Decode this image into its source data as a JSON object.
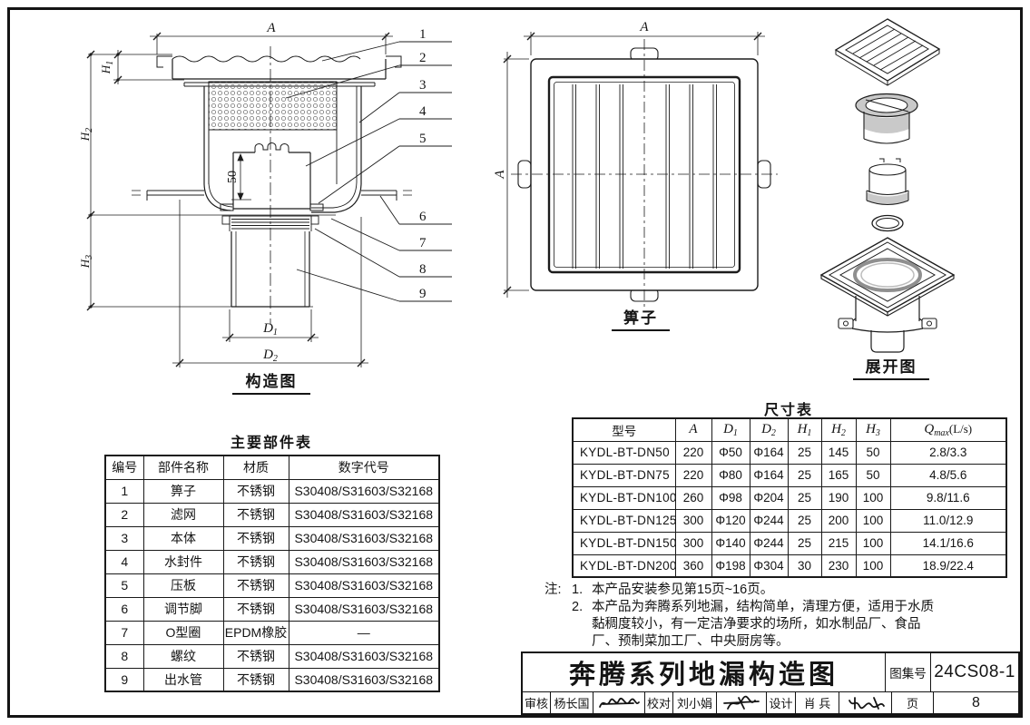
{
  "construction": {
    "title": "构造图",
    "dims": {
      "A": "A",
      "inner": "50",
      "H1": {
        "m": "H",
        "s": "1"
      },
      "H2": {
        "m": "H",
        "s": "2"
      },
      "H3": {
        "m": "H",
        "s": "3"
      },
      "D1": {
        "m": "D",
        "s": "1"
      },
      "D2": {
        "m": "D",
        "s": "2"
      }
    },
    "callouts": [
      "1",
      "2",
      "3",
      "4",
      "5",
      "6",
      "7",
      "8",
      "9"
    ]
  },
  "grate_view": {
    "title": "箅子",
    "dim_top": "A",
    "dim_left": "A"
  },
  "exploded_view": {
    "title": "展开图"
  },
  "parts_table": {
    "title": "主要部件表",
    "headers": [
      "编号",
      "部件名称",
      "材质",
      "数字代号"
    ],
    "rows": [
      [
        "1",
        "箅子",
        "不锈钢",
        "S30408/S31603/S32168"
      ],
      [
        "2",
        "滤网",
        "不锈钢",
        "S30408/S31603/S32168"
      ],
      [
        "3",
        "本体",
        "不锈钢",
        "S30408/S31603/S32168"
      ],
      [
        "4",
        "水封件",
        "不锈钢",
        "S30408/S31603/S32168"
      ],
      [
        "5",
        "压板",
        "不锈钢",
        "S30408/S31603/S32168"
      ],
      [
        "6",
        "调节脚",
        "不锈钢",
        "S30408/S31603/S32168"
      ],
      [
        "7",
        "O型圈",
        "EPDM橡胶",
        "—"
      ],
      [
        "8",
        "螺纹",
        "不锈钢",
        "S30408/S31603/S32168"
      ],
      [
        "9",
        "出水管",
        "不锈钢",
        "S30408/S31603/S32168"
      ]
    ]
  },
  "size_table": {
    "title": "尺寸表",
    "headers": [
      {
        "t": "型号"
      },
      {
        "t": "A",
        "i": true
      },
      {
        "t": "D",
        "s": "1",
        "i": true
      },
      {
        "t": "D",
        "s": "2",
        "i": true
      },
      {
        "t": "H",
        "s": "1",
        "i": true
      },
      {
        "t": "H",
        "s": "2",
        "i": true
      },
      {
        "t": "H",
        "s": "3",
        "i": true
      },
      {
        "t": "Q",
        "s": "max",
        "u": "(L/s)",
        "i": true
      }
    ],
    "rows": [
      [
        "KYDL-BT-DN50",
        "220",
        "Φ50",
        "Φ164",
        "25",
        "145",
        "50",
        "2.8/3.3"
      ],
      [
        "KYDL-BT-DN75",
        "220",
        "Φ80",
        "Φ164",
        "25",
        "165",
        "50",
        "4.8/5.6"
      ],
      [
        "KYDL-BT-DN100",
        "260",
        "Φ98",
        "Φ204",
        "25",
        "190",
        "100",
        "9.8/11.6"
      ],
      [
        "KYDL-BT-DN125",
        "300",
        "Φ120",
        "Φ244",
        "25",
        "200",
        "100",
        "11.0/12.9"
      ],
      [
        "KYDL-BT-DN150",
        "300",
        "Φ140",
        "Φ244",
        "25",
        "215",
        "100",
        "14.1/16.6"
      ],
      [
        "KYDL-BT-DN200",
        "360",
        "Φ198",
        "Φ304",
        "30",
        "230",
        "100",
        "18.9/22.4"
      ]
    ]
  },
  "notes": {
    "label": "注:",
    "item1_no": "1.",
    "item1": "本产品安装参见第15页~16页。",
    "item2_no": "2.",
    "item2_line1": "本产品为奔腾系列地漏，结构简单，清理方便，适用于水质",
    "item2_line2": "黏稠度较小，有一定洁净要求的场所，如水制品厂、食品",
    "item2_line3": "厂、预制菜加工厂、中央厨房等。"
  },
  "title_block": {
    "title": "奔腾系列地漏构造图",
    "atlas_label": "图集号",
    "atlas_no": "24CS08-1",
    "page_label": "页",
    "page_no": "8",
    "reviewer_label": "审核",
    "reviewer_name": "杨长国",
    "checker_label": "校对",
    "checker_name": "刘小娟",
    "designer_label": "设计",
    "designer_name": "肖 兵"
  }
}
